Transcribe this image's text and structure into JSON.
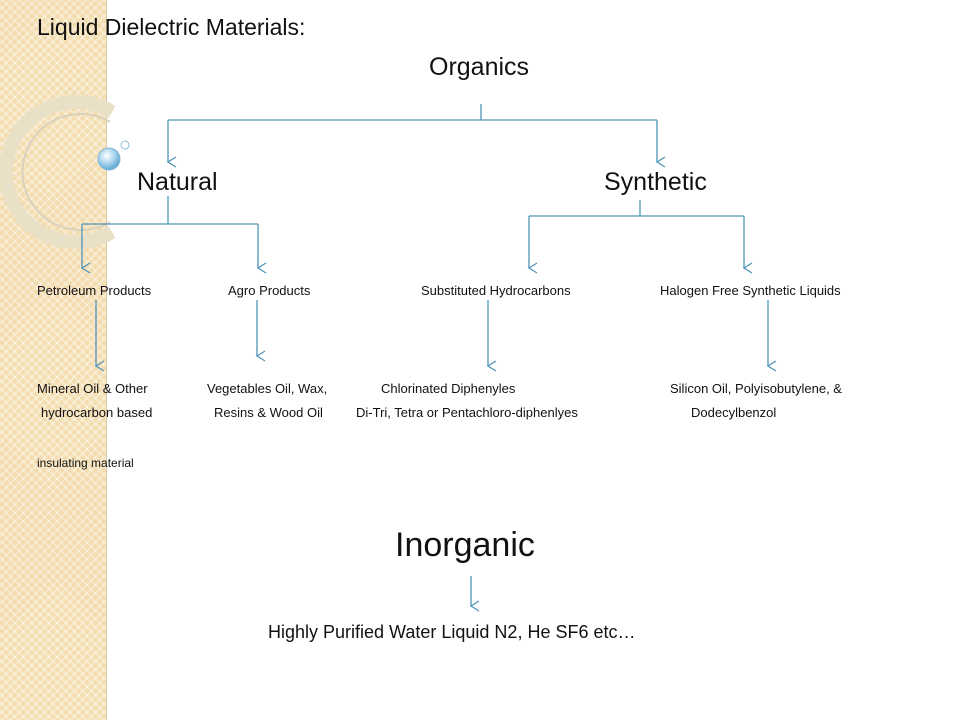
{
  "slide": {
    "title": "Liquid Dielectric Materials:",
    "organics": "Organics",
    "natural": "Natural",
    "synthetic": "Synthetic",
    "categories": {
      "petroleum": "Petroleum Products",
      "agro": "Agro Products",
      "substituted": "Substituted Hydrocarbons",
      "halogen_free": "Halogen Free Synthetic Liquids"
    },
    "examples": {
      "petroleum": [
        "Mineral Oil & Other",
        "hydrocarbon based",
        "insulating material"
      ],
      "agro": [
        "Vegetables Oil, Wax,",
        "Resins & Wood Oil"
      ],
      "substituted": [
        "Chlorinated Diphenyles",
        "Di-Tri, Tetra or Pentachloro-diphenlyes"
      ],
      "halogen_free": [
        "Silicon Oil, Polyisobutylene, &",
        "Dodecylbenzol"
      ]
    },
    "inorganic": "Inorganic",
    "inorganic_examples": "Highly Purified Water Liquid N2, He SF6 etc…"
  },
  "colors": {
    "connector": "#4f94b8",
    "sidebar": "#f3dcae",
    "text": "#111111"
  }
}
